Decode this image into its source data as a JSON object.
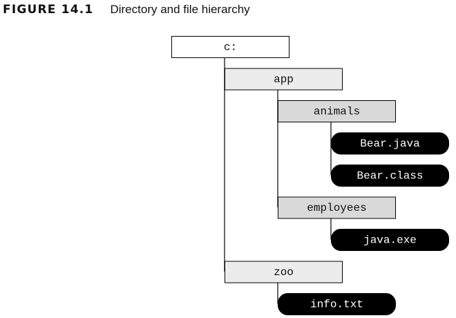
{
  "figure": {
    "label": "FIGURE 14.1",
    "caption": "Directory and file hierarchy"
  },
  "colors": {
    "root_fill": "#ffffff",
    "directory_fill_light": "#ececec",
    "directory_fill_dark": "#d9d9d9",
    "file_fill": "#000000",
    "file_text": "#ffffff",
    "directory_text": "#111111",
    "line": "#000000"
  },
  "tree": {
    "name": "c:",
    "kind": "root",
    "children": [
      {
        "name": "app",
        "kind": "directory",
        "children": [
          {
            "name": "animals",
            "kind": "directory",
            "children": [
              {
                "name": "Bear.java",
                "kind": "file"
              },
              {
                "name": "Bear.class",
                "kind": "file"
              }
            ]
          },
          {
            "name": "employees",
            "kind": "directory",
            "children": [
              {
                "name": "java.exe",
                "kind": "file"
              }
            ]
          }
        ]
      },
      {
        "name": "zoo",
        "kind": "directory",
        "children": [
          {
            "name": "info.txt",
            "kind": "file"
          }
        ]
      }
    ]
  }
}
